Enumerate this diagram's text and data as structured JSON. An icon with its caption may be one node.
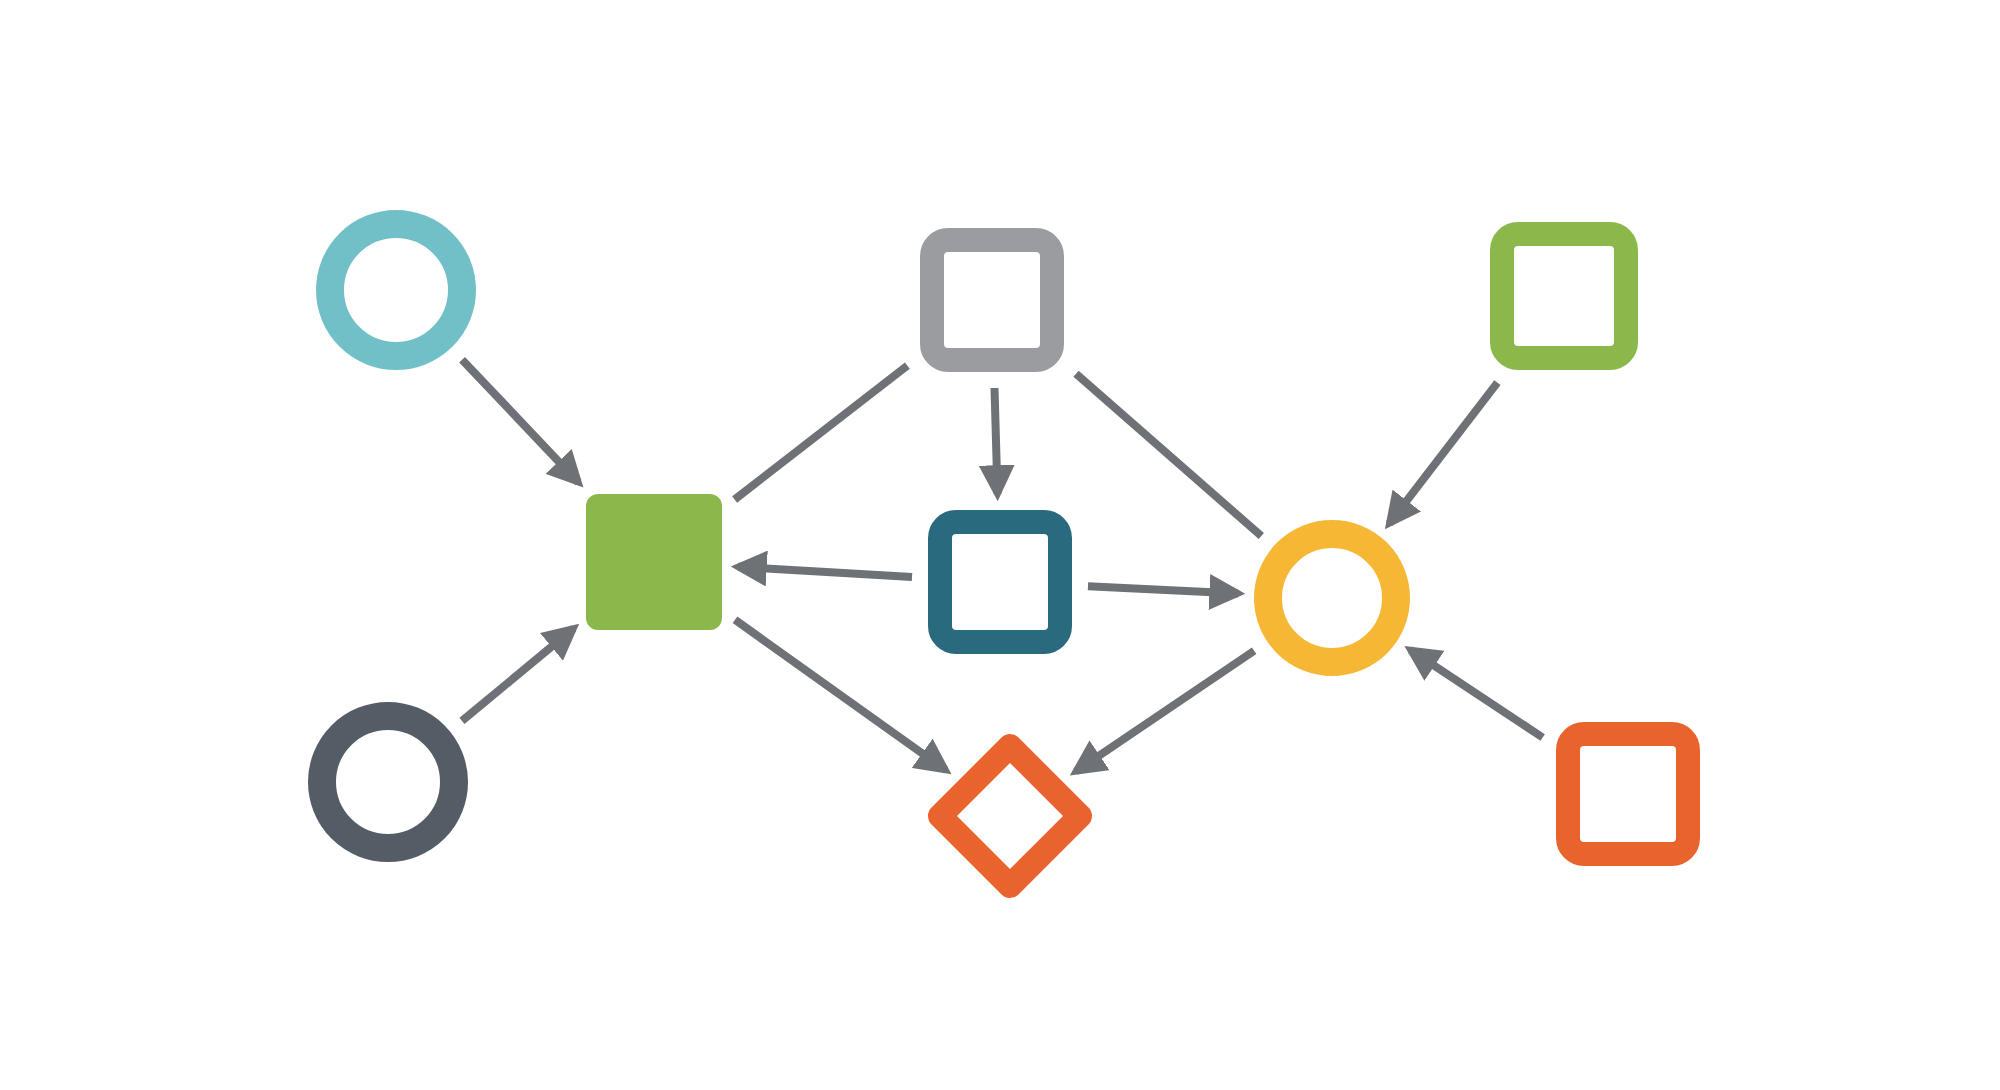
{
  "diagram": {
    "nodes": [
      {
        "text": [],
        "shape": "circle"
      },
      {
        "text": [],
        "shape": "box"
      },
      {
        "text": [],
        "shape": "box"
      },
      {
        "text": [],
        "shape": "box"
      },
      {
        "text": [],
        "shape": "box"
      },
      {
        "text": [],
        "shape": "circle"
      },
      {
        "text": [],
        "shape": "circle"
      },
      {
        "text": [],
        "shape": "diamond"
      },
      {
        "text": [],
        "shape": "box"
      }
    ],
    "edges": [
      {
        "from": 0,
        "to": 3,
        "arrow": "to"
      },
      {
        "from": 6,
        "to": 3,
        "arrow": "to"
      },
      {
        "from": 1,
        "to": 3,
        "arrow": "none"
      },
      {
        "from": 1,
        "to": 4,
        "arrow": "to"
      },
      {
        "from": 1,
        "to": 5,
        "arrow": "none"
      },
      {
        "from": 4,
        "to": 3,
        "arrow": "to"
      },
      {
        "from": 4,
        "to": 5,
        "arrow": "to"
      },
      {
        "from": 3,
        "to": 7,
        "arrow": "to"
      },
      {
        "from": 5,
        "to": 7,
        "arrow": "to"
      },
      {
        "from": 2,
        "to": 5,
        "arrow": "to"
      },
      {
        "from": 8,
        "to": 5,
        "arrow": "to"
      }
    ]
  }
}
